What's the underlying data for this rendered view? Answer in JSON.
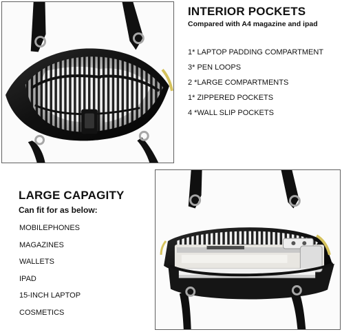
{
  "interior": {
    "title": "INTERIOR POCKETS",
    "subtitle": "Compared with A4 magazine and ipad",
    "items": [
      "1* LAPTOP PADDING COMPARTMENT",
      "3* PEN LOOPS",
      "2 *LARGE COMPARTMENTS",
      "1* ZIPPERED POCKETS",
      "4 *WALL SLIP POCKETS"
    ]
  },
  "capacity": {
    "title": "LARGE CAPAGITY",
    "subtitle": "Can fit for as below:",
    "items": [
      "MOBILEPHONES",
      "MAGAZINES",
      "WALLETS",
      "IPAD",
      "15-INCH LAPTOP",
      "COSMETICS"
    ]
  },
  "colors": {
    "bag_leather": "#151515",
    "stripe_dark": "#222222",
    "stripe_light": "#f2f2f2",
    "hardware": "#a6a6a6",
    "accent_yellow": "#d5c25d"
  }
}
